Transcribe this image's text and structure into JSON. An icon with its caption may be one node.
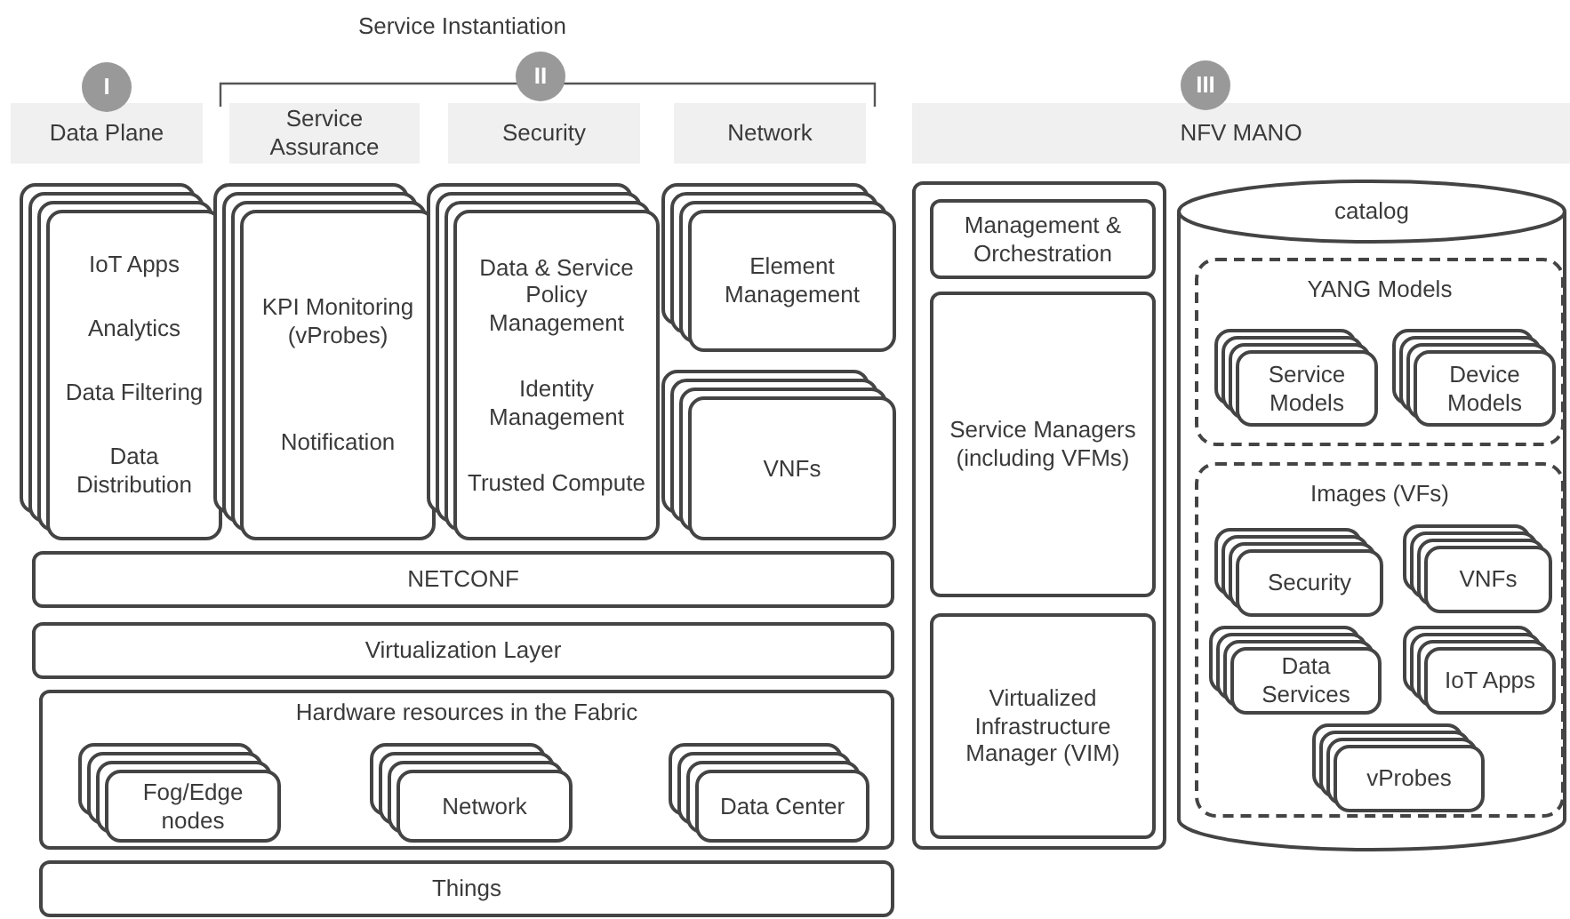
{
  "diagram": {
    "nodes": [
      {
        "text": [
          "I"
        ]
      },
      {
        "text": [
          "II"
        ]
      },
      {
        "text": [
          "III"
        ]
      },
      {
        "text": [
          "Data Plane"
        ]
      },
      {
        "text": [
          "Service Assurance"
        ]
      },
      {
        "text": [
          "Security"
        ]
      },
      {
        "text": [
          "Network"
        ]
      },
      {
        "text": [
          "NFV MANO"
        ]
      },
      {
        "text": [
          "IoT Apps",
          "Analytics",
          "Data Filtering",
          "Data Distribution"
        ]
      },
      {
        "text": [
          "KPI Monitoring (vProbes)",
          "Notification"
        ]
      },
      {
        "text": [
          "Data & Service Policy Management",
          "Identity Management",
          "Trusted Compute"
        ]
      },
      {
        "text": [
          "Element Management"
        ]
      },
      {
        "text": [
          "VNFs"
        ]
      },
      {
        "text": [
          "NETCONF"
        ]
      },
      {
        "text": [
          "Virtualization Layer"
        ]
      },
      {
        "text": [
          "Hardware resources in the Fabric"
        ]
      },
      {
        "text": [
          "Fog/Edge nodes"
        ],
        "in": 15
      },
      {
        "text": [
          "Network"
        ],
        "in": 15
      },
      {
        "text": [
          "Data Center"
        ],
        "in": 15
      },
      {
        "text": [
          "Things"
        ]
      },
      {
        "text": [],
        "shape": "box"
      },
      {
        "text": [
          "Management & Orchestration"
        ],
        "in": 20
      },
      {
        "text": [
          "Service Managers (including VFMs)"
        ],
        "in": 20
      },
      {
        "text": [
          "Virtualized Infrastructure Manager (VIM)"
        ],
        "in": 20
      },
      {
        "text": [
          "catalog"
        ]
      },
      {
        "text": [
          "YANG Models"
        ],
        "in": 24
      },
      {
        "text": [
          "Service Models"
        ],
        "in": 25
      },
      {
        "text": [
          "Device Models"
        ],
        "in": 25
      },
      {
        "text": [
          "Images (VFs)"
        ],
        "in": 24
      },
      {
        "text": [
          "Security"
        ],
        "in": 28
      },
      {
        "text": [
          "VNFs"
        ],
        "in": 28
      },
      {
        "text": [
          "Data Services"
        ],
        "in": 28
      },
      {
        "text": [
          "IoT Apps"
        ],
        "in": 28
      },
      {
        "text": [
          "vProbes"
        ],
        "in": 28
      }
    ],
    "labels": [
      "Service Instantiation"
    ]
  }
}
